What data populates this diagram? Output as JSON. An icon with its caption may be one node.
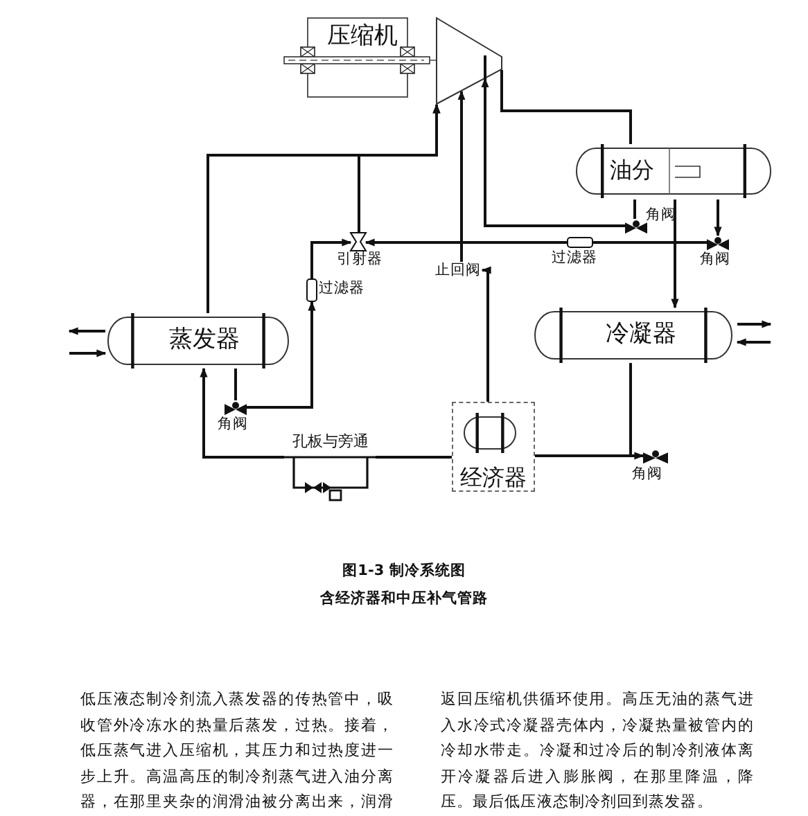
{
  "diagram": {
    "title": "图1-3 制冷系统图",
    "caption": "含经济器和中压补气管路",
    "nodes": [
      {
        "text": [
          "压缩机"
        ]
      },
      {
        "text": [
          "油分"
        ]
      },
      {
        "text": [
          "蒸发器"
        ]
      },
      {
        "text": [
          "冷凝器"
        ]
      },
      {
        "text": [
          "经济器"
        ]
      },
      {
        "text": [],
        "shape": "valve",
        "beside": [
          "角阀"
        ]
      },
      {
        "text": [],
        "shape": "filter",
        "beside": [
          "过滤器"
        ]
      },
      {
        "text": [],
        "shape": "valve",
        "beside": [
          "角阀"
        ]
      },
      {
        "text": [],
        "shape": "ejector",
        "beside": [
          "引射器"
        ]
      },
      {
        "text": [],
        "shape": "filter",
        "beside": [
          "过滤器"
        ]
      },
      {
        "text": [
          "止回阀"
        ]
      },
      {
        "text": [],
        "shape": "valve",
        "beside": [
          "角阀"
        ]
      },
      {
        "text": [
          "孔板与旁通"
        ]
      },
      {
        "text": [],
        "shape": "valve",
        "beside": [
          "角阀"
        ]
      }
    ],
    "edges": [
      {
        "from": 0,
        "to": 1,
        "arrow": "none"
      },
      {
        "from": 1,
        "to": 5,
        "arrow": "none"
      },
      {
        "from": 5,
        "to": 0,
        "arrow": "to"
      },
      {
        "from": 1,
        "to": 3,
        "arrow": "to"
      },
      {
        "from": 1,
        "to": 7,
        "arrow": "to"
      },
      {
        "from": 7,
        "to": 6,
        "arrow": "none"
      },
      {
        "from": 6,
        "to": 8,
        "arrow": "to"
      },
      {
        "from": 2,
        "to": 11,
        "arrow": "none"
      },
      {
        "from": 11,
        "to": 9,
        "arrow": "to"
      },
      {
        "from": 9,
        "to": 8,
        "arrow": "to"
      },
      {
        "from": 8,
        "to": 0,
        "arrow": "to"
      },
      {
        "from": 2,
        "to": 0,
        "arrow": "to"
      },
      {
        "from": 3,
        "to": 13,
        "arrow": "to"
      },
      {
        "from": 13,
        "to": 4,
        "arrow": "none"
      },
      {
        "from": 4,
        "to": 12,
        "arrow": "none"
      },
      {
        "from": 12,
        "to": 2,
        "arrow": "to"
      },
      {
        "from": 4,
        "to": 10,
        "arrow": "to"
      },
      {
        "from": 10,
        "to": 0,
        "arrow": "to"
      },
      {
        "from": 2,
        "to": null,
        "arrow": "to"
      },
      {
        "from": null,
        "to": 2,
        "arrow": "to"
      },
      {
        "from": 3,
        "to": null,
        "arrow": "to"
      },
      {
        "from": null,
        "to": 3,
        "arrow": "to"
      }
    ],
    "labels": [
      "低压液态制冷剂流入蒸发器的传热管中，吸收管外冷冻水的热量后蒸发，过热。接着，低压蒸气进入压缩机，其压力和过热度进一步上升。高温高压的制冷剂蒸气进入油分离器，在那里夹杂的润滑油被分离出来，润滑油",
      "返回压缩机供循环使用。高压无油的蒸气进入水冷式冷凝器壳体内，冷凝热量被管内的冷却水带走。冷凝和过冷后的制冷剂液体离开冷凝器后进入膨胀阀，在那里降温，降压。最后低压液态制冷剂回到蒸发器。"
    ]
  }
}
